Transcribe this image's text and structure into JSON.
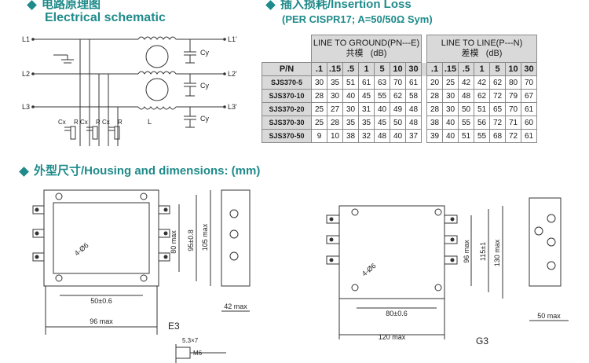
{
  "schematic": {
    "title_cn": "电路原理图",
    "title_en": "Electrical schematic",
    "inputs": [
      "L1",
      "L2",
      "L3"
    ],
    "outputs": [
      "L1'",
      "L2'",
      "L3'"
    ],
    "cy_label": "Cy",
    "inductor_label": "L",
    "cx_label": "Cx",
    "r_label": "R"
  },
  "insertion_loss": {
    "title_cn": "插入损耗/Insertion Loss",
    "subtitle": "(PER CISPR17; A=50/50Ω Sym)",
    "ground_header": "LINE TO GROUND(PN---E)",
    "ground_cn": "共模",
    "line_header": "LINE TO LINE(P---N)",
    "line_cn": "差模",
    "unit": "(dB)",
    "pn_header": "P/N",
    "freqs": [
      ".1",
      ".15",
      ".5",
      "1",
      "5",
      "10",
      "30"
    ],
    "rows": [
      {
        "pn": "SJS370-5",
        "ground": [
          "30",
          "35",
          "51",
          "61",
          "63",
          "70",
          "61"
        ],
        "line": [
          "20",
          "25",
          "42",
          "42",
          "62",
          "80",
          "70"
        ]
      },
      {
        "pn": "SJS370-10",
        "ground": [
          "28",
          "30",
          "40",
          "45",
          "55",
          "62",
          "58"
        ],
        "line": [
          "28",
          "30",
          "48",
          "62",
          "72",
          "79",
          "67"
        ]
      },
      {
        "pn": "SJS370-20",
        "ground": [
          "25",
          "27",
          "30",
          "31",
          "40",
          "49",
          "48"
        ],
        "line": [
          "28",
          "30",
          "50",
          "51",
          "65",
          "70",
          "61"
        ]
      },
      {
        "pn": "SJS370-30",
        "ground": [
          "25",
          "28",
          "35",
          "35",
          "45",
          "50",
          "48"
        ],
        "line": [
          "38",
          "40",
          "55",
          "56",
          "72",
          "71",
          "60"
        ]
      },
      {
        "pn": "SJS370-50",
        "ground": [
          "9",
          "10",
          "38",
          "32",
          "48",
          "40",
          "37"
        ],
        "line": [
          "39",
          "40",
          "51",
          "55",
          "68",
          "72",
          "61"
        ]
      }
    ]
  },
  "housing": {
    "title": "外型尺寸/Housing and dimensions: (mm)",
    "e3": {
      "label": "E3",
      "dims": {
        "height_inner": "80 max",
        "height_mid": "95±0.8",
        "height_outer": "105 max",
        "width_holes": "50±0.6",
        "width_total": "96 max",
        "hole": "4-Ø6",
        "depth": "42 max"
      }
    },
    "g3": {
      "label": "G3",
      "dims": {
        "height_inner": "96 max",
        "height_mid": "115±1",
        "height_outer": "130 max",
        "width_holes": "80±0.6",
        "width_total": "120 max",
        "hole": "4-Ø6",
        "depth": "50 max"
      }
    },
    "bolt": {
      "thread": "M6",
      "pitch": "5.3×7"
    }
  }
}
